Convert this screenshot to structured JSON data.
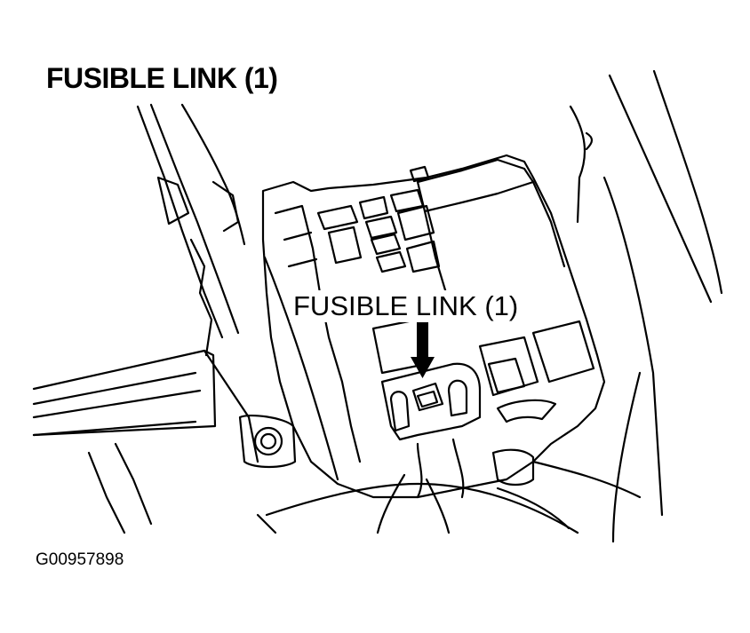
{
  "title": "FUSIBLE LINK (1)",
  "callout_label": "FUSIBLE LINK (1)",
  "figure_id": "G00957898"
}
